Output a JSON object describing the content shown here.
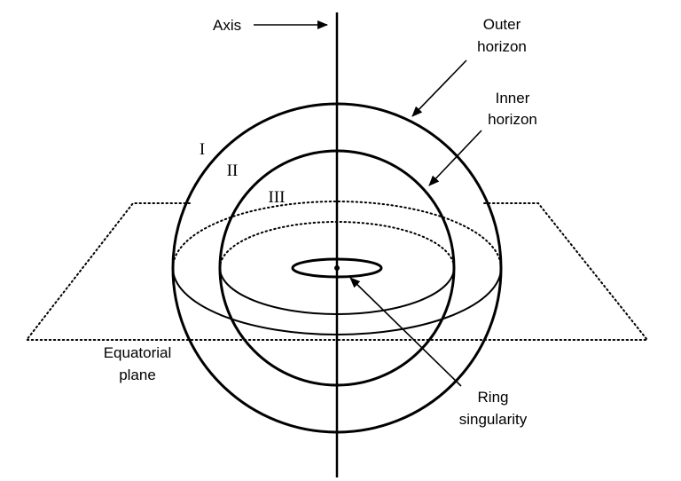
{
  "labels": {
    "axis": "Axis",
    "outer_horizon_line1": "Outer",
    "outer_horizon_line2": "horizon",
    "inner_horizon_line1": "Inner",
    "inner_horizon_line2": "horizon",
    "equatorial_line1": "Equatorial",
    "equatorial_line2": "plane",
    "ring_line1": "Ring",
    "ring_line2": "singularity",
    "region_1": "I",
    "region_2": "II",
    "region_3": "III"
  }
}
